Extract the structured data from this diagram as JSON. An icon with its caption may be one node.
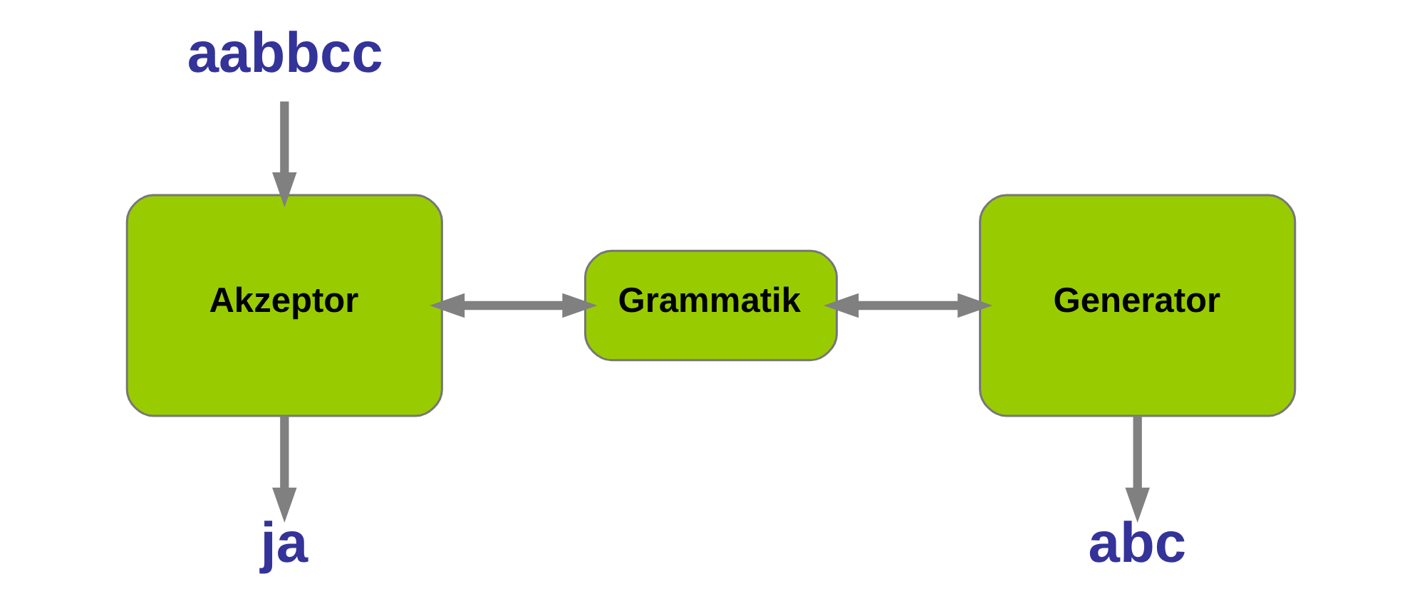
{
  "diagram": {
    "nodes": [
      {
        "text": [
          "aabbcc"
        ]
      },
      {
        "text": [
          "Akzeptor"
        ]
      },
      {
        "text": [
          "Grammatik"
        ]
      },
      {
        "text": [
          "Generator"
        ]
      },
      {
        "text": [
          "ja"
        ]
      },
      {
        "text": [
          "abc"
        ]
      }
    ],
    "edges": [
      {
        "from": 0,
        "to": 1,
        "arrow": "to"
      },
      {
        "from": 1,
        "to": 2,
        "arrow": "both"
      },
      {
        "from": 2,
        "to": 3,
        "arrow": "both"
      },
      {
        "from": 1,
        "to": 4,
        "arrow": "to"
      },
      {
        "from": 3,
        "to": 5,
        "arrow": "to"
      }
    ]
  }
}
